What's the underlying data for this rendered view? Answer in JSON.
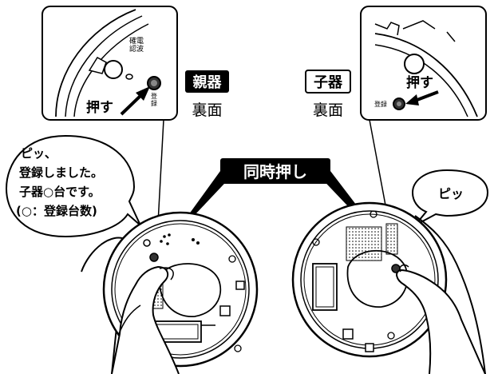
{
  "callouts": {
    "left": {
      "push_label": "押す",
      "confirm_label": "電波確認",
      "register_label": "登録"
    },
    "right": {
      "push_label": "押す",
      "register_label": "登録"
    }
  },
  "labels": {
    "parent_unit": "親器",
    "child_unit": "子器",
    "back_side_left": "裏面",
    "back_side_right": "裏面",
    "simultaneous_press": "同時押し"
  },
  "bubbles": {
    "left_lines": [
      "ピッ、",
      "登録しました。",
      "子器○台です。",
      "(○：登録台数)"
    ],
    "right": "ピッ"
  },
  "colors": {
    "ink": "#000000",
    "background": "#ffffff"
  }
}
